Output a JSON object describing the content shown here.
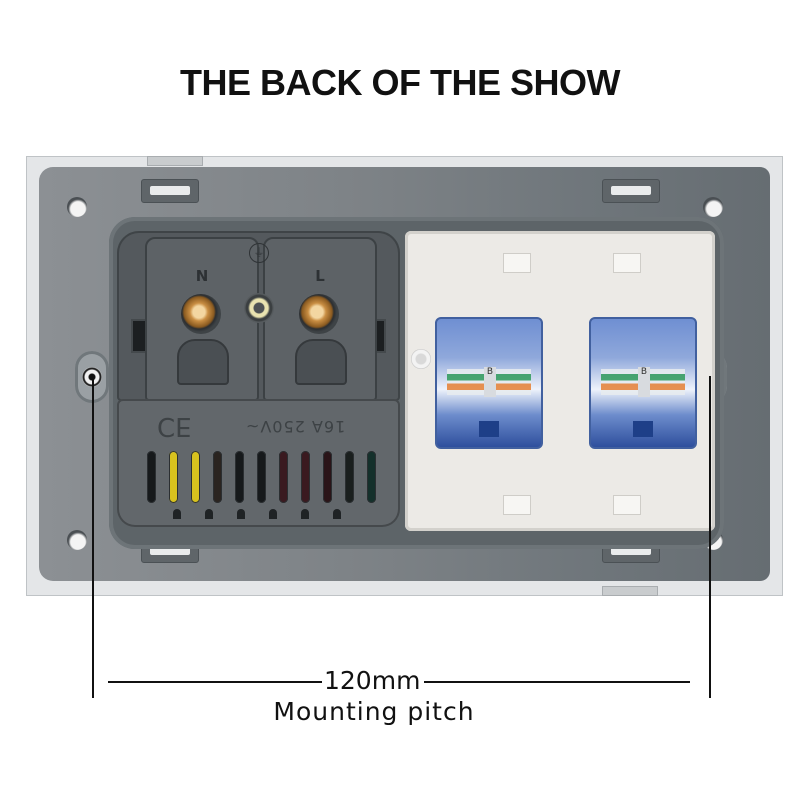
{
  "title": "THE BACK OF THE SHOW",
  "socket": {
    "terminal_neutral": "N",
    "terminal_live": "L",
    "earth_symbol": "⏚",
    "ce_mark": "CE",
    "rating": "16A 250V~",
    "vent_colors": [
      "#16191b",
      "#d8c21e",
      "#d8c21e",
      "#2a2420",
      "#16191b",
      "#16191b",
      "#3a1a20",
      "#3a1a20",
      "#2a1418",
      "#1a1f1e",
      "#14302b"
    ]
  },
  "data_module": {
    "ports": [
      {
        "type": "RJ45 keystone",
        "label": "B"
      },
      {
        "type": "RJ45 keystone",
        "label": "B"
      }
    ]
  },
  "dimension": {
    "value": "120mm",
    "caption": "Mounting pitch"
  },
  "colors": {
    "plate_frame": "#e4e6e8",
    "plate_body": "#7d8286",
    "socket_body": "#54595d",
    "keystone_blue": "#6f8fd2",
    "data_frame": "#eceae6"
  }
}
